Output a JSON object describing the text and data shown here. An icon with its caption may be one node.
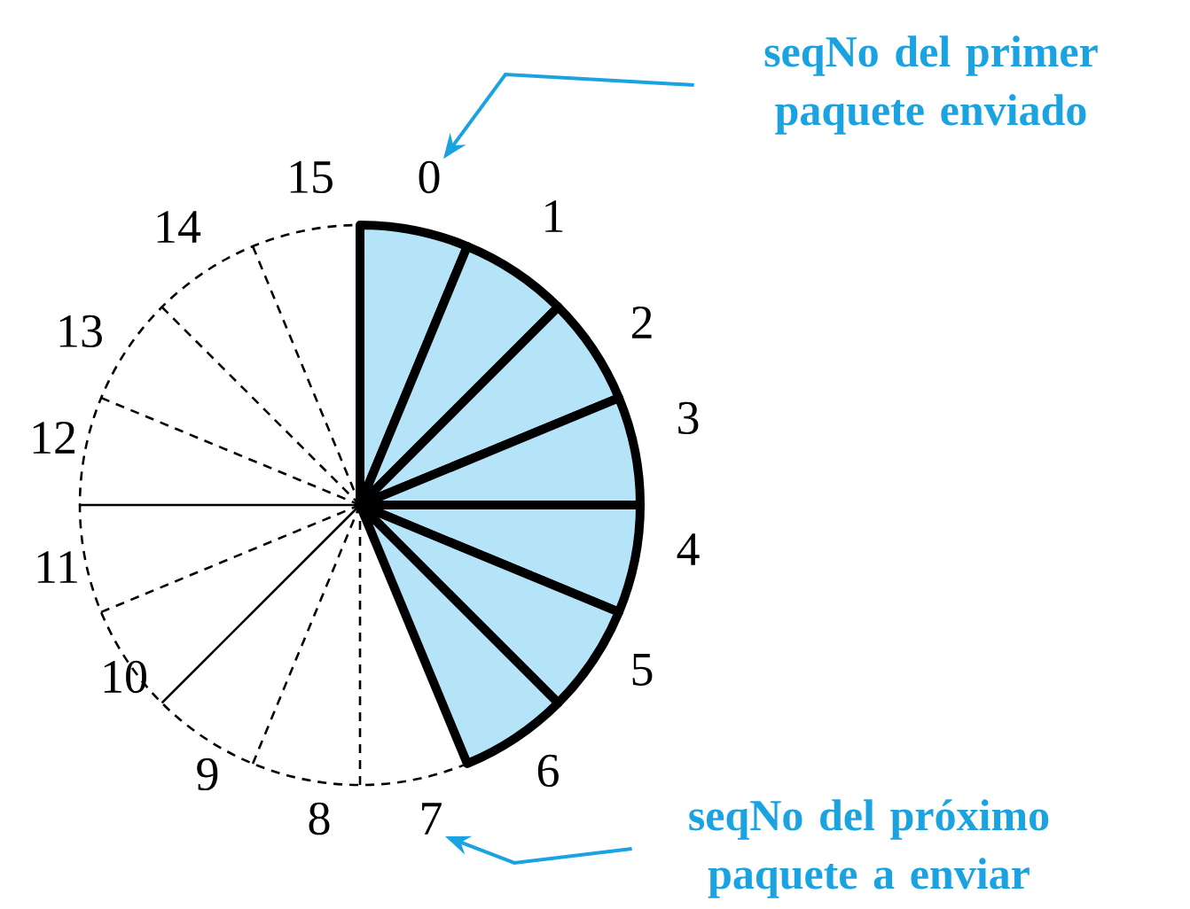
{
  "diagram": {
    "nodes": [
      {
        "text": [
          "seqNo del primer paquete enviado"
        ]
      },
      {
        "text": [
          "0"
        ]
      },
      {
        "text": [
          "7"
        ]
      },
      {
        "text": [
          "seqNo del próximo paquete a enviar"
        ]
      }
    ],
    "edges": [
      {
        "from": 0,
        "to": 1,
        "arrow": "to"
      },
      {
        "from": 3,
        "to": 2,
        "arrow": "to"
      }
    ],
    "labels": [
      "1",
      "2",
      "3",
      "4",
      "5",
      "6",
      "8",
      "9",
      "10",
      "11",
      "12",
      "13",
      "14",
      "15"
    ]
  }
}
